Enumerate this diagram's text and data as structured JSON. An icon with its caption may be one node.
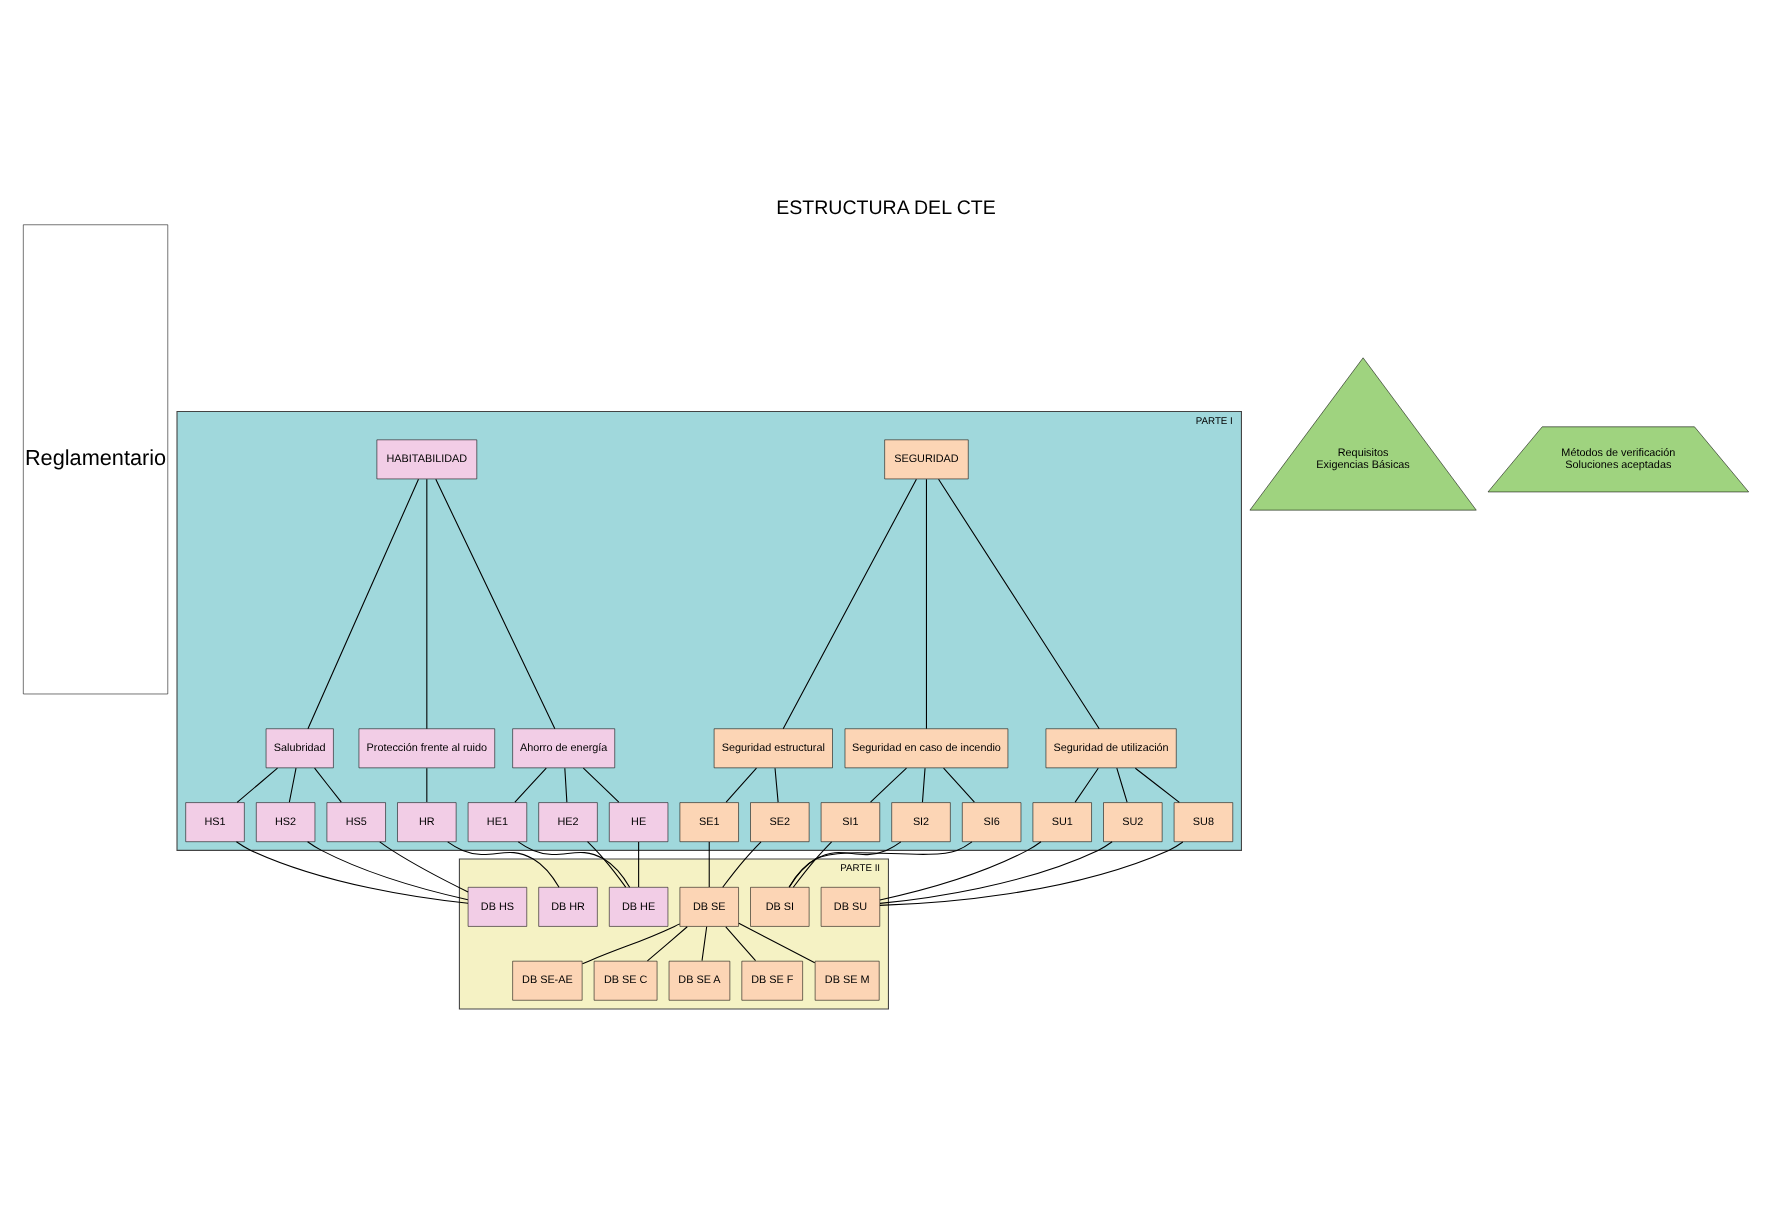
{
  "diagram": {
    "title": "ESTRUCTURA DEL CTE",
    "nodes": [
      {
        "text": [
          "Reglamentario"
        ]
      },
      {
        "text": [
          "PARTE I"
        ]
      },
      {
        "text": [
          "SEGURIDAD"
        ],
        "in": 1
      },
      {
        "text": [
          "HABITABILIDAD"
        ],
        "in": 1
      },
      {
        "text": [
          "Seguridad estructural"
        ],
        "in": 1
      },
      {
        "text": [
          "Seguridad en caso de incendio"
        ],
        "in": 1
      },
      {
        "text": [
          "Seguridad de utilización"
        ],
        "in": 1
      },
      {
        "text": [
          "Salubridad"
        ],
        "in": 1
      },
      {
        "text": [
          "Protección frente al ruido"
        ],
        "in": 1
      },
      {
        "text": [
          "Ahorro de energía"
        ],
        "in": 1
      },
      {
        "text": [
          "SE1"
        ],
        "in": 1
      },
      {
        "text": [
          "SE2"
        ],
        "in": 1
      },
      {
        "text": [
          "SI1"
        ],
        "in": 1
      },
      {
        "text": [
          "SI2"
        ],
        "in": 1
      },
      {
        "text": [
          "SI6"
        ],
        "in": 1
      },
      {
        "text": [
          "SU1"
        ],
        "in": 1
      },
      {
        "text": [
          "SU2"
        ],
        "in": 1
      },
      {
        "text": [
          "SU8"
        ],
        "in": 1
      },
      {
        "text": [
          "HS1"
        ],
        "in": 1
      },
      {
        "text": [
          "HS2"
        ],
        "in": 1
      },
      {
        "text": [
          "HS5"
        ],
        "in": 1
      },
      {
        "text": [
          "HR"
        ],
        "in": 1
      },
      {
        "text": [
          "HE1"
        ],
        "in": 1
      },
      {
        "text": [
          "HE2"
        ],
        "in": 1
      },
      {
        "text": [
          "HE"
        ],
        "in": 1
      },
      {
        "text": [
          "PARTE II"
        ]
      },
      {
        "text": [
          "DB SE"
        ],
        "in": 25
      },
      {
        "text": [
          "DB SI"
        ],
        "in": 25
      },
      {
        "text": [
          "DB SU"
        ],
        "in": 25
      },
      {
        "text": [
          "DB HS"
        ],
        "in": 25
      },
      {
        "text": [
          "DB HR"
        ],
        "in": 25
      },
      {
        "text": [
          "DB HE"
        ],
        "in": 25
      },
      {
        "text": [
          "DB SE-AE"
        ],
        "in": 25
      },
      {
        "text": [
          "DB SE C"
        ],
        "in": 25
      },
      {
        "text": [
          "DB SE A"
        ],
        "in": 25
      },
      {
        "text": [
          "DB SE F"
        ],
        "in": 25
      },
      {
        "text": [
          "DB SE M"
        ],
        "in": 25
      },
      {
        "text": [
          "Requisitos",
          "Exigencias Básicas"
        ]
      },
      {
        "text": [
          "Métodos de verificación",
          "Soluciones aceptadas"
        ]
      }
    ],
    "edges": [
      {
        "from": 2,
        "to": 4,
        "arrow": "none"
      },
      {
        "from": 2,
        "to": 5,
        "arrow": "none"
      },
      {
        "from": 2,
        "to": 6,
        "arrow": "none"
      },
      {
        "from": 3,
        "to": 7,
        "arrow": "none"
      },
      {
        "from": 3,
        "to": 8,
        "arrow": "none"
      },
      {
        "from": 3,
        "to": 9,
        "arrow": "none"
      },
      {
        "from": 4,
        "to": 10,
        "arrow": "none"
      },
      {
        "from": 4,
        "to": 11,
        "arrow": "none"
      },
      {
        "from": 5,
        "to": 12,
        "arrow": "none"
      },
      {
        "from": 5,
        "to": 13,
        "arrow": "none"
      },
      {
        "from": 5,
        "to": 14,
        "arrow": "none"
      },
      {
        "from": 6,
        "to": 15,
        "arrow": "none"
      },
      {
        "from": 6,
        "to": 16,
        "arrow": "none"
      },
      {
        "from": 6,
        "to": 17,
        "arrow": "none"
      },
      {
        "from": 7,
        "to": 18,
        "arrow": "none"
      },
      {
        "from": 7,
        "to": 19,
        "arrow": "none"
      },
      {
        "from": 7,
        "to": 20,
        "arrow": "none"
      },
      {
        "from": 8,
        "to": 21,
        "arrow": "none"
      },
      {
        "from": 9,
        "to": 22,
        "arrow": "none"
      },
      {
        "from": 9,
        "to": 23,
        "arrow": "none"
      },
      {
        "from": 9,
        "to": 24,
        "arrow": "none"
      },
      {
        "from": 10,
        "to": 26,
        "arrow": "none"
      },
      {
        "from": 11,
        "to": 26,
        "arrow": "none"
      },
      {
        "from": 12,
        "to": 27,
        "arrow": "none"
      },
      {
        "from": 13,
        "to": 27,
        "arrow": "none"
      },
      {
        "from": 14,
        "to": 27,
        "arrow": "none"
      },
      {
        "from": 15,
        "to": 28,
        "arrow": "none"
      },
      {
        "from": 16,
        "to": 28,
        "arrow": "none"
      },
      {
        "from": 17,
        "to": 28,
        "arrow": "none"
      },
      {
        "from": 18,
        "to": 29,
        "arrow": "none"
      },
      {
        "from": 19,
        "to": 29,
        "arrow": "none"
      },
      {
        "from": 20,
        "to": 29,
        "arrow": "none"
      },
      {
        "from": 21,
        "to": 30,
        "arrow": "none"
      },
      {
        "from": 22,
        "to": 31,
        "arrow": "none"
      },
      {
        "from": 23,
        "to": 31,
        "arrow": "none"
      },
      {
        "from": 24,
        "to": 31,
        "arrow": "none"
      },
      {
        "from": 26,
        "to": 32,
        "arrow": "none"
      },
      {
        "from": 26,
        "to": 33,
        "arrow": "none"
      },
      {
        "from": 26,
        "to": 34,
        "arrow": "none"
      },
      {
        "from": 26,
        "to": 35,
        "arrow": "none"
      },
      {
        "from": 26,
        "to": 36,
        "arrow": "none"
      }
    ]
  }
}
